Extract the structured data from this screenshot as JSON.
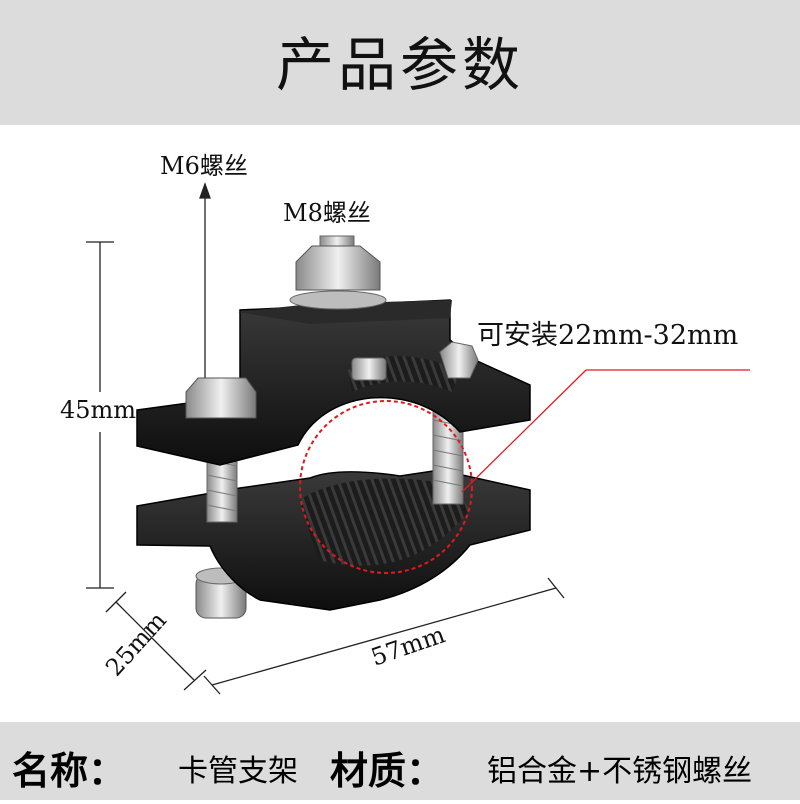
{
  "header": {
    "title": "产品参数"
  },
  "labels": {
    "m6": "M6螺丝",
    "m8": "M8螺丝",
    "range": "可安装22mm-32mm",
    "height": "45mm",
    "depth": "25mm",
    "width": "57mm"
  },
  "footer": {
    "name_label": "名称：",
    "name_value": "卡管支架",
    "material_label": "材质：",
    "material_value": "铝合金+不锈钢螺丝"
  },
  "colors": {
    "band": "#dcdcdc",
    "bracket": "#1a1a1a",
    "highlight": "#e0191e",
    "steel": "#c8c8c8"
  }
}
